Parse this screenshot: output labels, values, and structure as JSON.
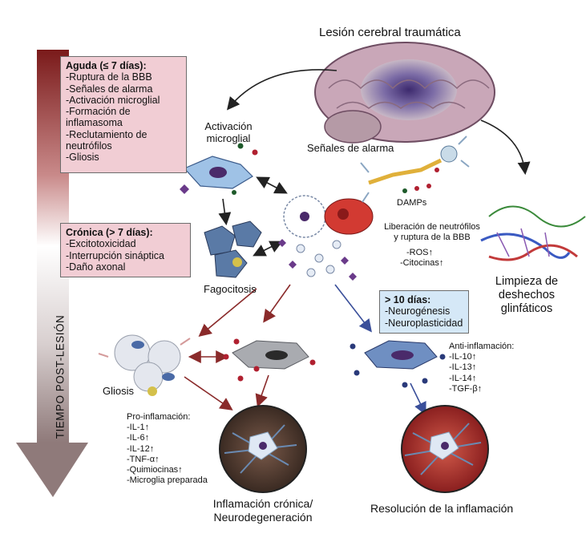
{
  "title": "Lesión cerebral traumática",
  "time_axis_label": "TIEMPO POST-LESIÓN",
  "acute_box": {
    "heading": "Aguda (≤ 7 días):",
    "items": [
      "-Ruptura de la BBB",
      "-Señales de alarma",
      "-Activación microglial",
      "-Formación de",
      "inflamasoma",
      "-Reclutamiento de",
      "neutrófilos",
      "-Gliosis"
    ]
  },
  "chronic_box": {
    "heading": "Crónica (> 7 días):",
    "items": [
      "-Excitotoxicidad",
      "-Interrupción sináptica",
      "-Daño axonal"
    ]
  },
  "late_box": {
    "heading": "> 10 días:",
    "items": [
      "-Neurogénesis",
      "-Neuroplasticidad"
    ]
  },
  "labels": {
    "microglial_activation": [
      "Activación",
      "microglial"
    ],
    "alarm_signals": "Señales de alarma",
    "damps": "DAMPs",
    "neutrophil_release": [
      "Liberación de neutrófilos",
      "y ruptura de la BBB"
    ],
    "ros": "-ROS↑",
    "cytokines": "-Citocinas↑",
    "glymphatic": [
      "Limpieza de",
      "deshechos",
      "glinfáticos"
    ],
    "phagocytosis": "Fagocitosis",
    "gliosis": "Gliosis",
    "chronic_outcome": [
      "Inflamación crónica/",
      "Neurodegeneración"
    ],
    "resolution": "Resolución de la inflamación"
  },
  "pro_inflammation": {
    "heading": "Pro-inflamación:",
    "items": [
      "-IL-1↑",
      "-IL-6↑",
      "-IL-12↑",
      "-TNF-α↑",
      "-Quimiocinas↑",
      "-Microglia preparada"
    ]
  },
  "anti_inflammation": {
    "heading": "Anti-inflamación:",
    "items": [
      "-IL-10↑",
      "-IL-13↑",
      "-IL-14↑",
      "-TGF-β↑"
    ]
  },
  "colors": {
    "acute_box_fill": "#f1cdd4",
    "late_box_fill": "#d5e8f7",
    "pro_arrow": "#8a2a2a",
    "anti_arrow": "#3a4f9a",
    "time_arrow_top": "#7a1a1a"
  }
}
